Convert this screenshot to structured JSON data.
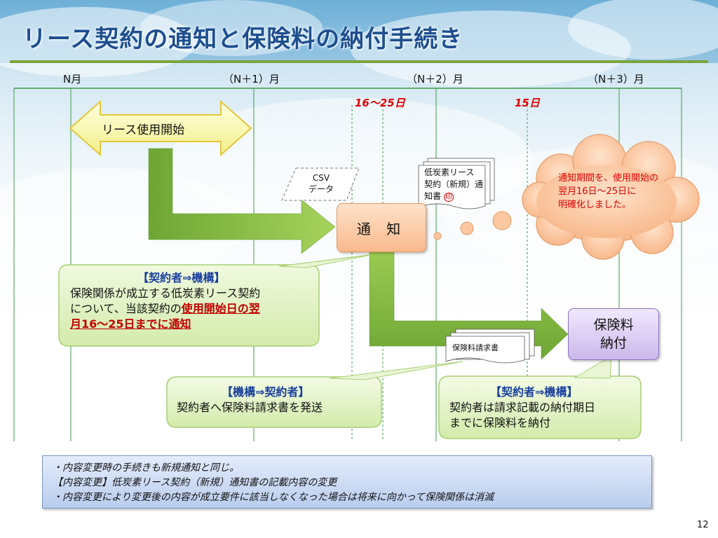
{
  "title": "リース契約の通知と保険料の納付手続き",
  "timeline": {
    "months": [
      "N月",
      "（N＋1）月",
      "（N＋2）月",
      "（N＋3）月"
    ],
    "date_labels": [
      "16～25日",
      "15日"
    ]
  },
  "lease_start": "リース使用開始",
  "notify_box": "通 知",
  "csv_data": {
    "line1": "CSV",
    "line2": "データ"
  },
  "notice_document": {
    "line1": "低炭素リース",
    "line2": "契約（新規）通",
    "line3": "知書",
    "seal": "印"
  },
  "cloud_note": {
    "line1": "通知期間を、使用開始の",
    "line2": "翌月16日～25日に",
    "line3": "明確化しました。"
  },
  "payment_box": {
    "line1": "保険料",
    "line2": "納付"
  },
  "invoice_document": "保険料請求書",
  "callout_left": {
    "heading": "【契約者⇒機構】",
    "line1": "保険関係が成立する低炭素リース契約",
    "line2_plain": "について、当該契約の",
    "line2_red": "使用開始日の翌",
    "line3_red": "月16～25日までに通知"
  },
  "callout_middle": {
    "heading": "【機構⇒契約者】",
    "line1": "契約者へ保険料請求書を発送"
  },
  "callout_right": {
    "heading": "【契約者⇒機構】",
    "line1": "契約者は請求記載の納付期日",
    "line2": "までに保険料を納付"
  },
  "footer_note": {
    "line1": "・内容変更時の手続きも新規通知と同じ。",
    "line2": "【内容変更】低炭素リース契約（新規）通知書の記載内容の変更",
    "line3": "・内容変更により変更後の内容が成立要件に該当しなくなった場合は将来に向かって保険関係は消滅"
  },
  "page_number": "12",
  "colors": {
    "title": "#1d4e8f",
    "accent_red": "#e00000",
    "arrow_green": "#7fb23a",
    "rule_green": "#7aa43c"
  }
}
